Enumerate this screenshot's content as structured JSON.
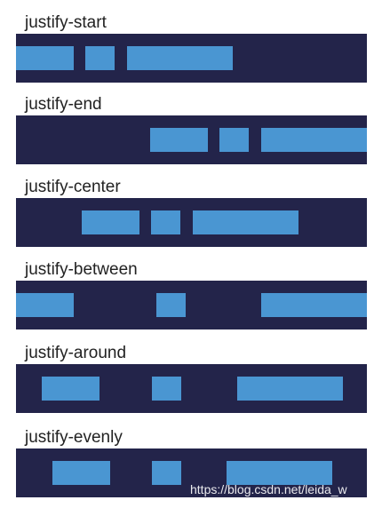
{
  "sections": [
    {
      "label": "justify-start"
    },
    {
      "label": "justify-end"
    },
    {
      "label": "justify-center"
    },
    {
      "label": "justify-between"
    },
    {
      "label": "justify-around"
    },
    {
      "label": "justify-evenly"
    }
  ],
  "watermark": "https://blog.csdn.net/leida_w",
  "colors": {
    "bar_background": "#23244a",
    "box": "#4a96d2",
    "label_text": "#222222"
  }
}
